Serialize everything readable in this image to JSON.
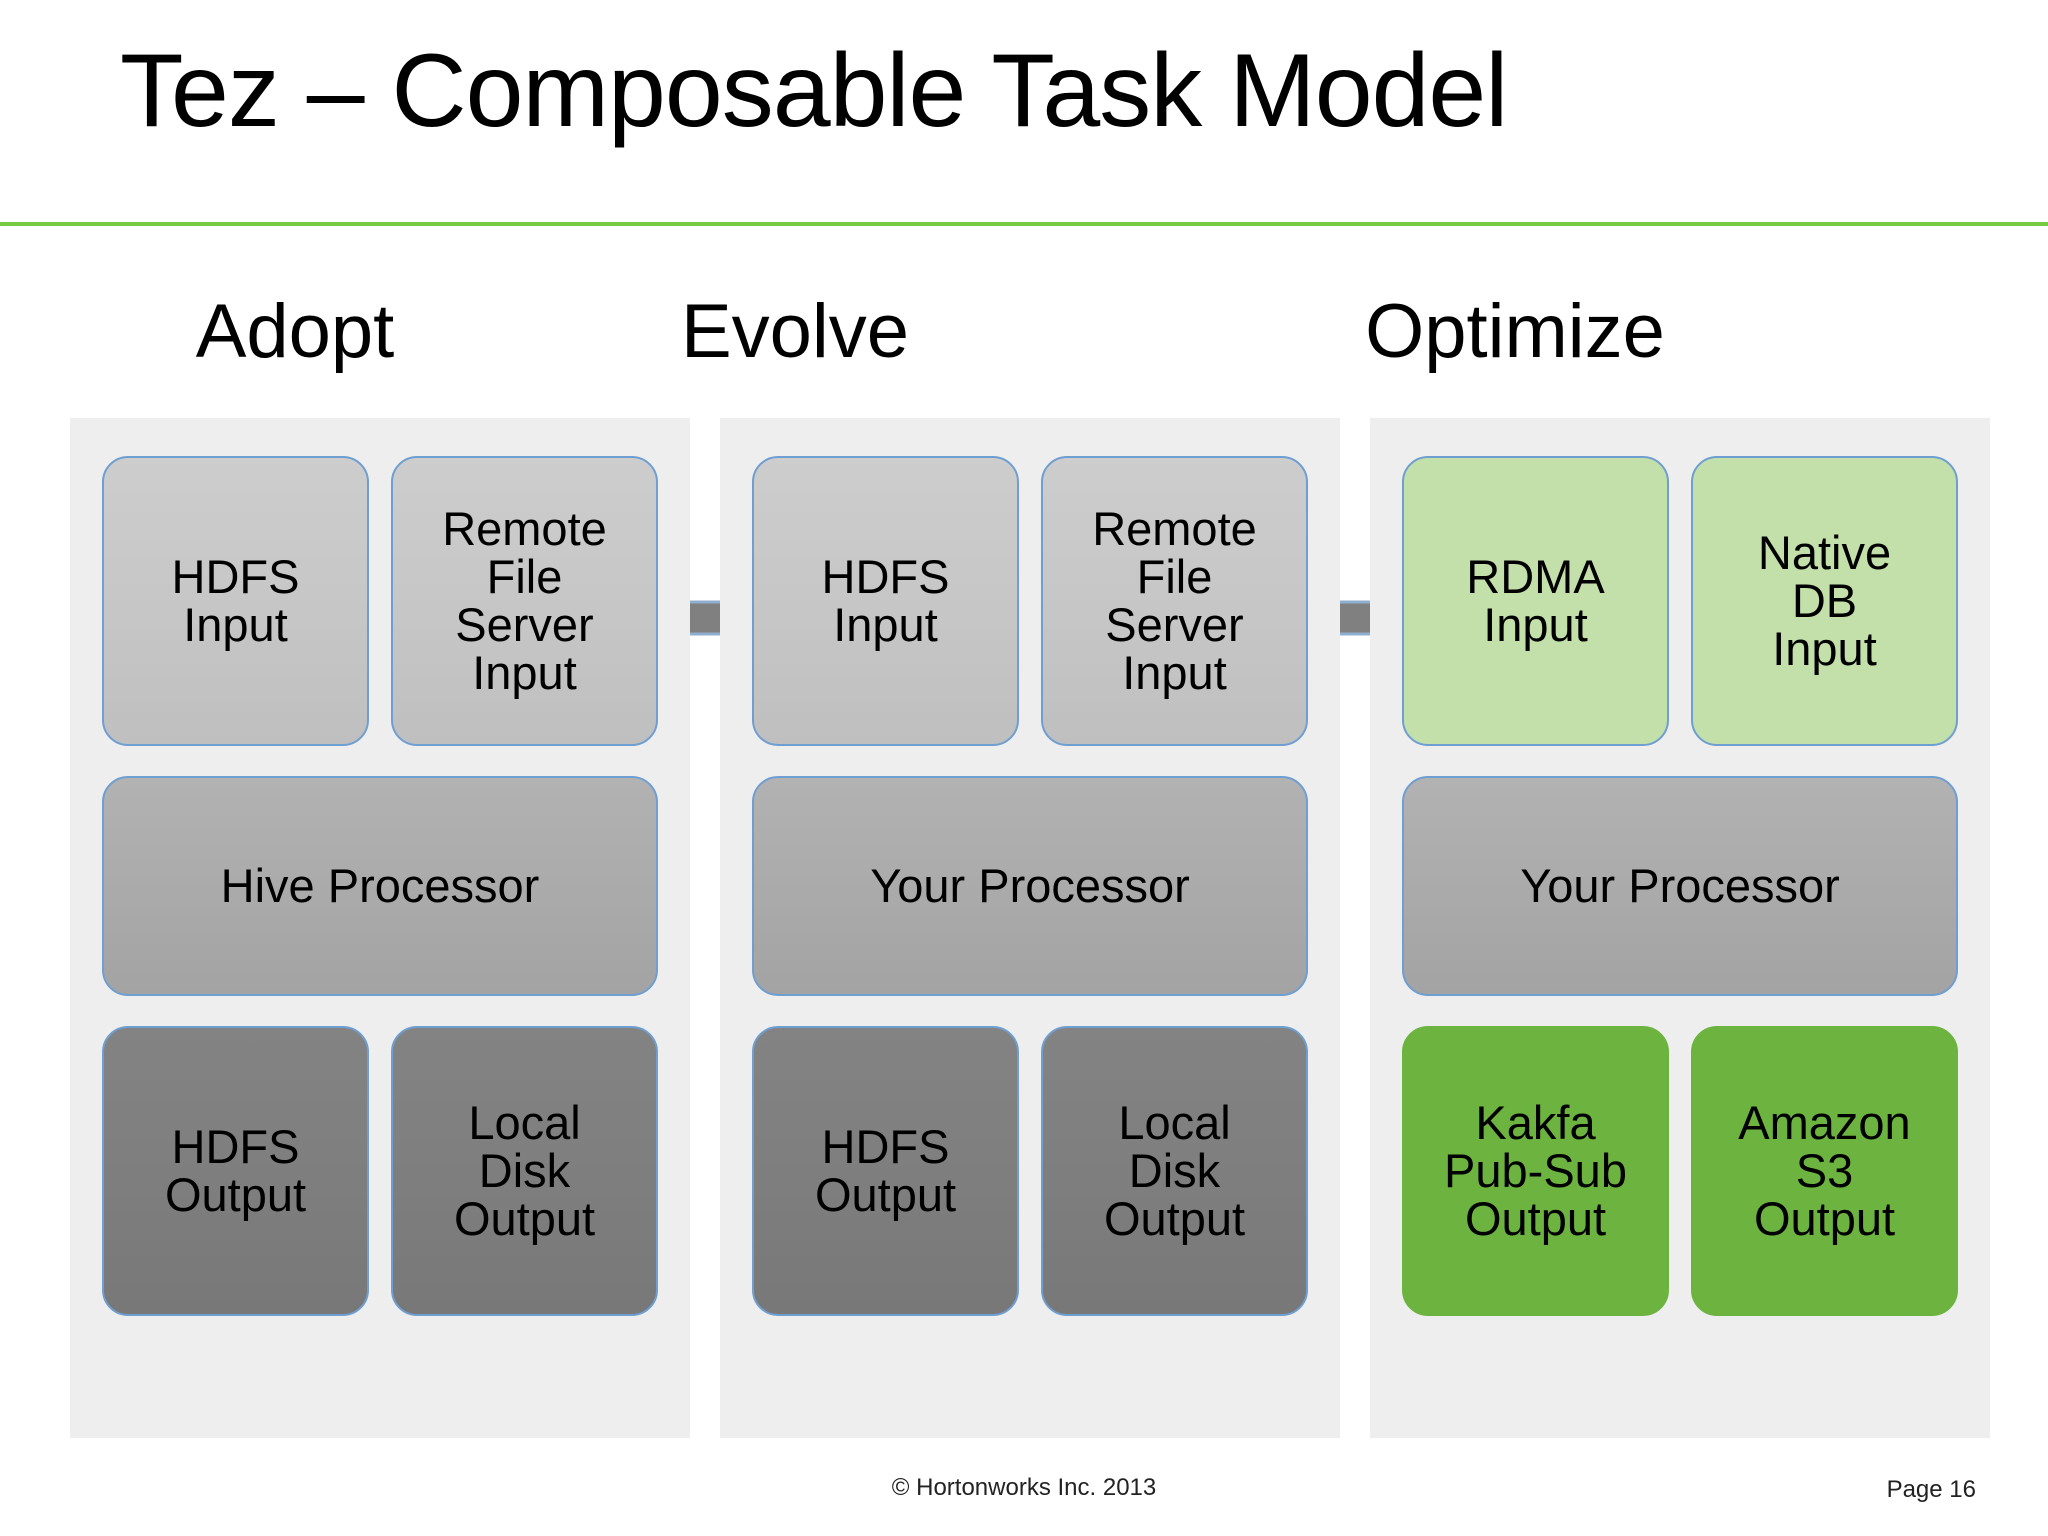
{
  "slide": {
    "title": "Tez – Composable Task Model",
    "accent_rule_color": "#7AC943"
  },
  "stages": [
    {
      "label": "Adopt"
    },
    {
      "label": "Evolve"
    },
    {
      "label": "Optimize"
    }
  ],
  "arrows": [
    {
      "name": "adopt-to-evolve-arrow",
      "color": "#808080",
      "outline": "#8FAFCF"
    },
    {
      "name": "evolve-to-optimize-arrow",
      "color": "#808080",
      "outline": "#8FAFCF"
    }
  ],
  "colors": {
    "panel_background": "#EEEEEE",
    "node_border": "#6F9ED1",
    "input_gray": "#C6C6C6",
    "processor_gray": "#AAAAAA",
    "output_gray": "#7E7E7E",
    "input_green": "#C3E0AA",
    "output_green": "#6CB33F"
  },
  "columns": [
    {
      "stage": "Adopt",
      "inputs": [
        {
          "label": "HDFS\nInput",
          "style": "input-gray"
        },
        {
          "label": "Remote\nFile\nServer\nInput",
          "style": "input-gray"
        }
      ],
      "processor": {
        "label": "Hive Processor",
        "style": "processor-gray"
      },
      "outputs": [
        {
          "label": "HDFS\nOutput",
          "style": "output-gray"
        },
        {
          "label": "Local\nDisk\nOutput",
          "style": "output-gray"
        }
      ]
    },
    {
      "stage": "Evolve",
      "inputs": [
        {
          "label": "HDFS\nInput",
          "style": "input-gray"
        },
        {
          "label": "Remote\nFile\nServer\nInput",
          "style": "input-gray"
        }
      ],
      "processor": {
        "label": "Your Processor",
        "style": "processor-gray"
      },
      "outputs": [
        {
          "label": "HDFS\nOutput",
          "style": "output-gray"
        },
        {
          "label": "Local\nDisk\nOutput",
          "style": "output-gray"
        }
      ]
    },
    {
      "stage": "Optimize",
      "inputs": [
        {
          "label": "RDMA\nInput",
          "style": "input-green"
        },
        {
          "label": "Native\nDB\nInput",
          "style": "input-green"
        }
      ],
      "processor": {
        "label": "Your Processor",
        "style": "processor-gray"
      },
      "outputs": [
        {
          "label": "Kakfa\nPub-Sub\nOutput",
          "style": "output-green"
        },
        {
          "label": "Amazon\nS3\nOutput",
          "style": "output-green"
        }
      ]
    }
  ],
  "footer": {
    "copyright": "© Hortonworks Inc. 2013",
    "page": "Page 16"
  }
}
